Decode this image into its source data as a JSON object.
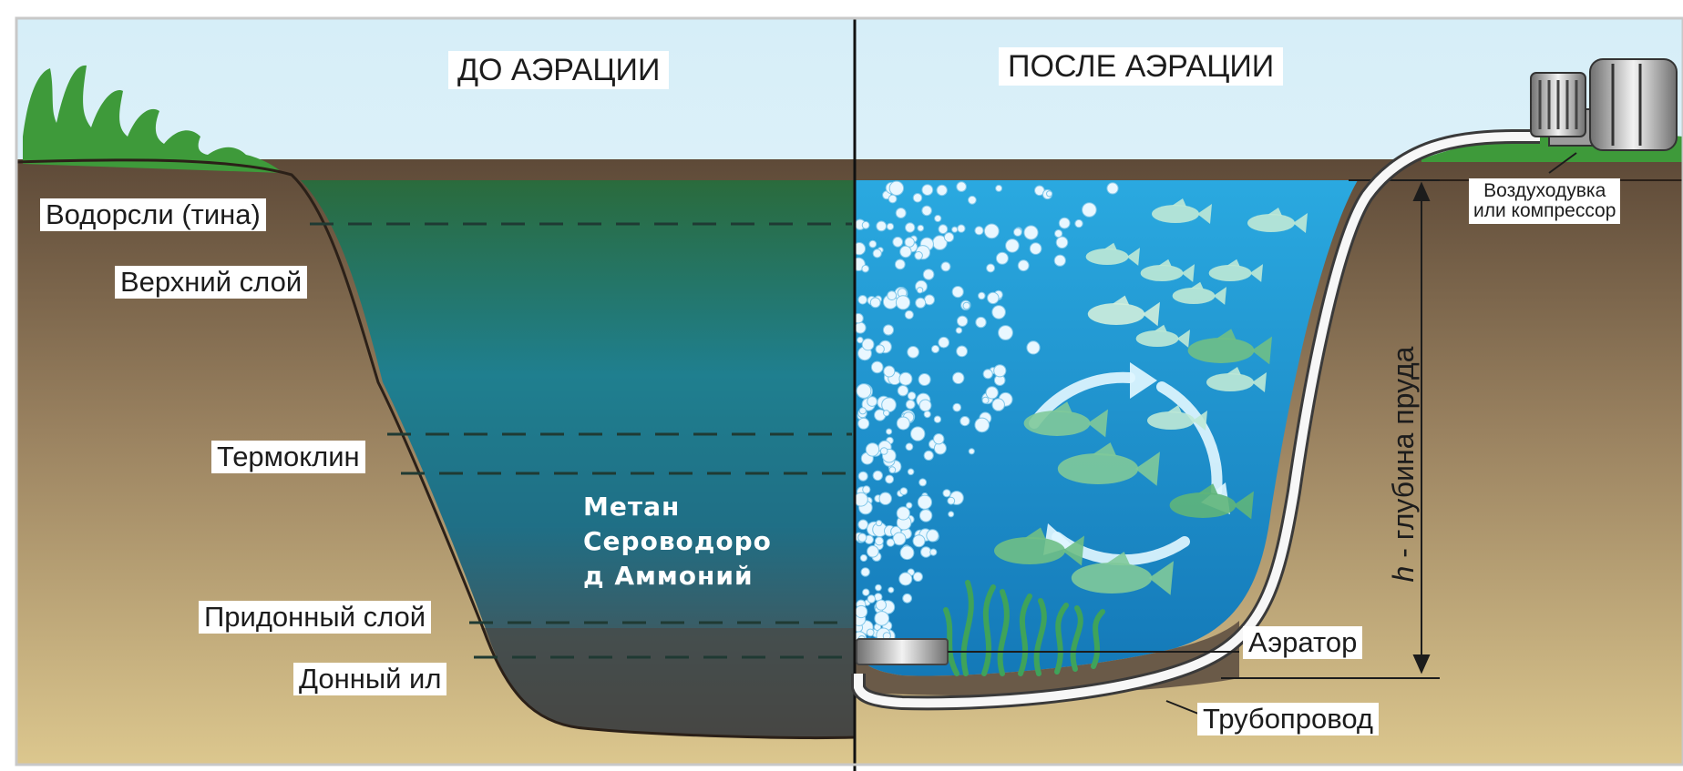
{
  "panels": {
    "before_title": "ДО АЭРАЦИИ",
    "after_title": "ПОСЛЕ АЭРАЦИИ"
  },
  "layers": {
    "algae": "Водорсли (тина)",
    "upper": "Верхний слой",
    "thermocline": "Термоклин",
    "bottom_layer": "Придонный слой",
    "silt": "Донный ил"
  },
  "gases": [
    "Метан",
    "Сероводоро",
    "д  Аммоний"
  ],
  "equipment": {
    "blower_line1": "Воздуходувка",
    "blower_line2": "или компрессор",
    "aerator": "Аэратор",
    "pipeline": "Трубопровод"
  },
  "depth": {
    "symbol": "h",
    "label": " - глубина пруда"
  },
  "colors": {
    "water_top": "#2a6b3c",
    "water_mid": "#1f7f8f",
    "water_bottom": "#3f4a4c",
    "aerated_water": "#1e93cf",
    "soil_top": "#5e4a38",
    "soil_bottom": "#dcc78e",
    "sky": "#e8f6fb",
    "grass": "#3e9a3a"
  }
}
